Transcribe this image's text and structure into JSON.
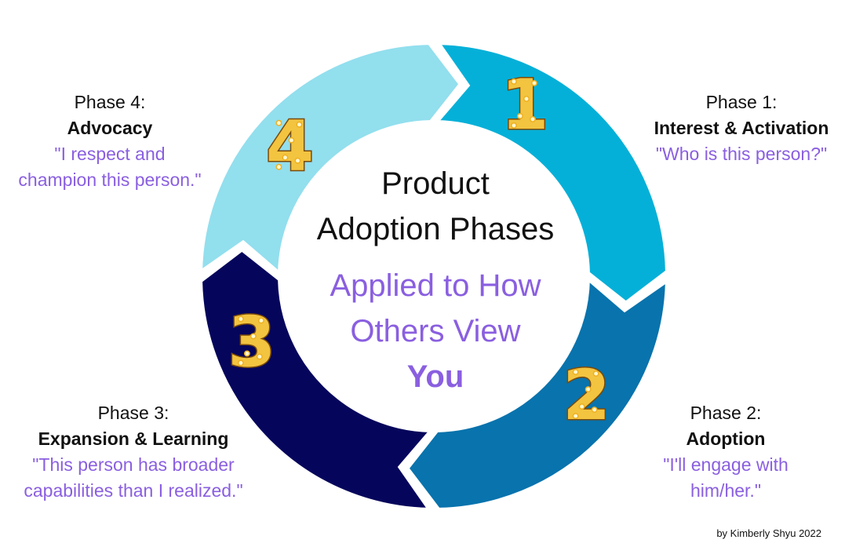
{
  "diagram": {
    "center": {
      "title_line1": "Product",
      "title_line2": "Adoption Phases",
      "subtitle_line1": "Applied to How",
      "subtitle_line2": "Others View",
      "emphasis": "You"
    },
    "segments": [
      {
        "number": "1",
        "color": "#05b0d8"
      },
      {
        "number": "2",
        "color": "#0873ad"
      },
      {
        "number": "3",
        "color": "#05055c"
      },
      {
        "number": "4",
        "color": "#92dfee"
      }
    ],
    "phases": [
      {
        "phase": "Phase 1:",
        "name": "Interest & Activation",
        "quote": "\"Who is this person?\""
      },
      {
        "phase": "Phase 2:",
        "name": "Adoption",
        "quote_line1": "\"I'll engage with",
        "quote_line2": "him/her.\""
      },
      {
        "phase": "Phase 3:",
        "name": "Expansion & Learning",
        "quote_line1": "\"This person has broader",
        "quote_line2": "capabilities than I realized.\""
      },
      {
        "phase": "Phase 4:",
        "name": "Advocacy",
        "quote_line1": "\"I respect and",
        "quote_line2": "champion this person.\""
      }
    ],
    "credit": "by Kimberly Shyu 2022"
  }
}
